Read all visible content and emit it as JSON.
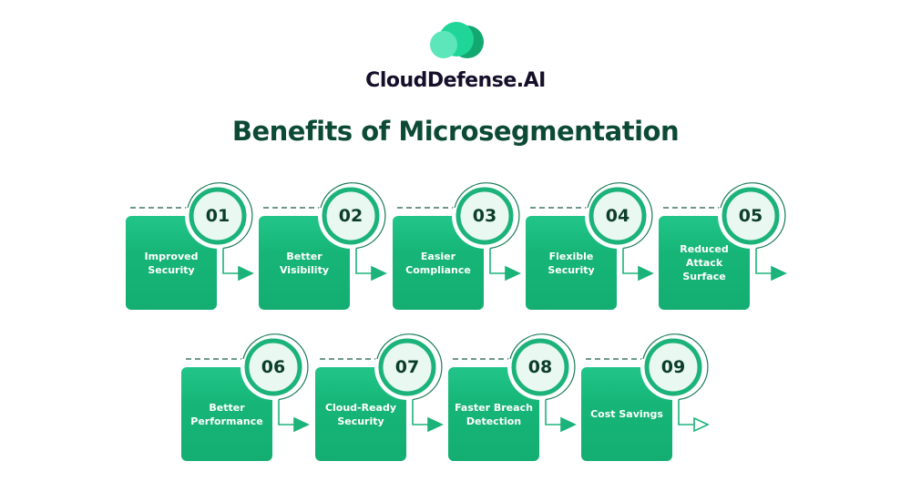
{
  "brand": {
    "name": "CloudDefense.AI"
  },
  "title": "Benefits of Microsegmentation",
  "colors": {
    "card": "#16b577",
    "ring": "#1bb37a",
    "circle_fill": "#e9f8f1",
    "title": "#0c4a36",
    "number": "#0c3d2c"
  },
  "steps": [
    {
      "number": "01",
      "label": "Improved Security",
      "arrow": "filled"
    },
    {
      "number": "02",
      "label": "Better Visibility",
      "arrow": "filled"
    },
    {
      "number": "03",
      "label": "Easier Compliance",
      "arrow": "filled"
    },
    {
      "number": "04",
      "label": "Flexible Security",
      "arrow": "filled"
    },
    {
      "number": "05",
      "label": "Reduced Attack Surface",
      "arrow": "filled"
    },
    {
      "number": "06",
      "label": "Better Performance",
      "arrow": "filled"
    },
    {
      "number": "07",
      "label": "Cloud-Ready Security",
      "arrow": "filled"
    },
    {
      "number": "08",
      "label": "Faster Breach Detection",
      "arrow": "filled"
    },
    {
      "number": "09",
      "label": "Cost Savings",
      "arrow": "outline"
    }
  ]
}
